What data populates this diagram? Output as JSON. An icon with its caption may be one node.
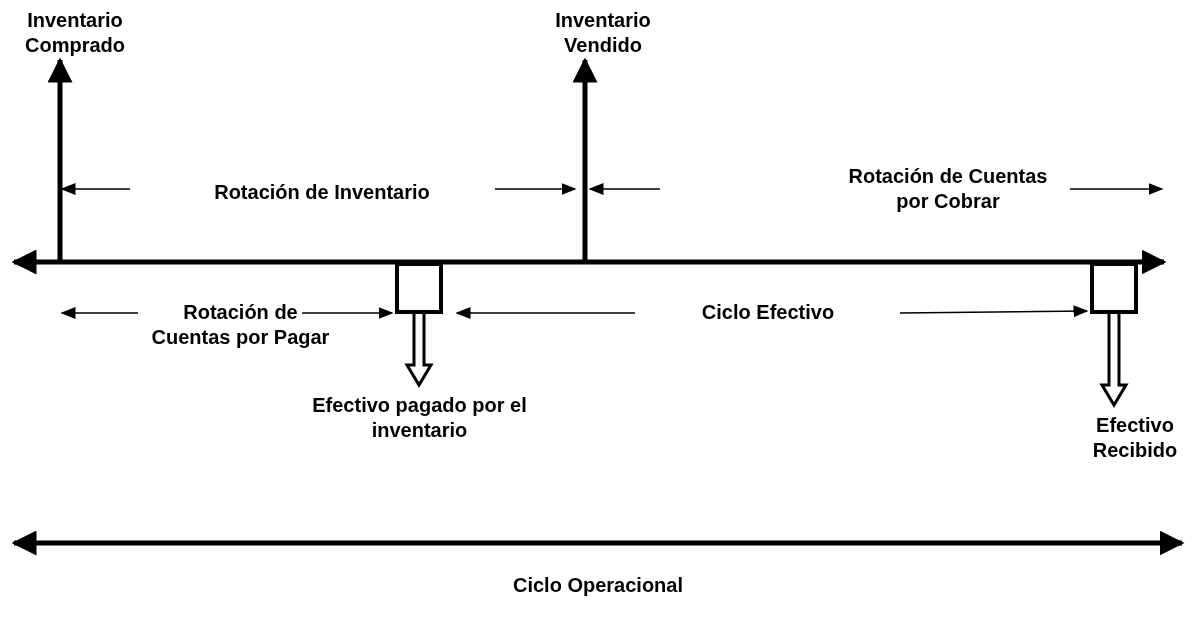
{
  "diagram": {
    "nodes": [
      {
        "text": [
          "Inventario Comprado"
        ]
      },
      {
        "text": [
          "Inventario Vendido"
        ]
      },
      {
        "text": [],
        "shape": "box"
      },
      {
        "text": [
          "Efectivo pagado por el inventario"
        ]
      },
      {
        "text": [],
        "shape": "box"
      },
      {
        "text": [
          "Efectivo Recibido"
        ]
      }
    ],
    "edges": [
      {
        "from": null,
        "to": 0,
        "arrow": "to"
      },
      {
        "from": null,
        "to": 1,
        "arrow": "to"
      },
      {
        "from": 2,
        "to": 3,
        "arrow": "to"
      },
      {
        "from": 4,
        "to": 5,
        "arrow": "to"
      }
    ],
    "labels": [
      "Rotación de Inventario",
      "Rotación de Cuentas por Cobrar",
      "Rotación de Cuentas por Pagar",
      "Ciclo Efectivo",
      "Ciclo Operacional"
    ]
  }
}
